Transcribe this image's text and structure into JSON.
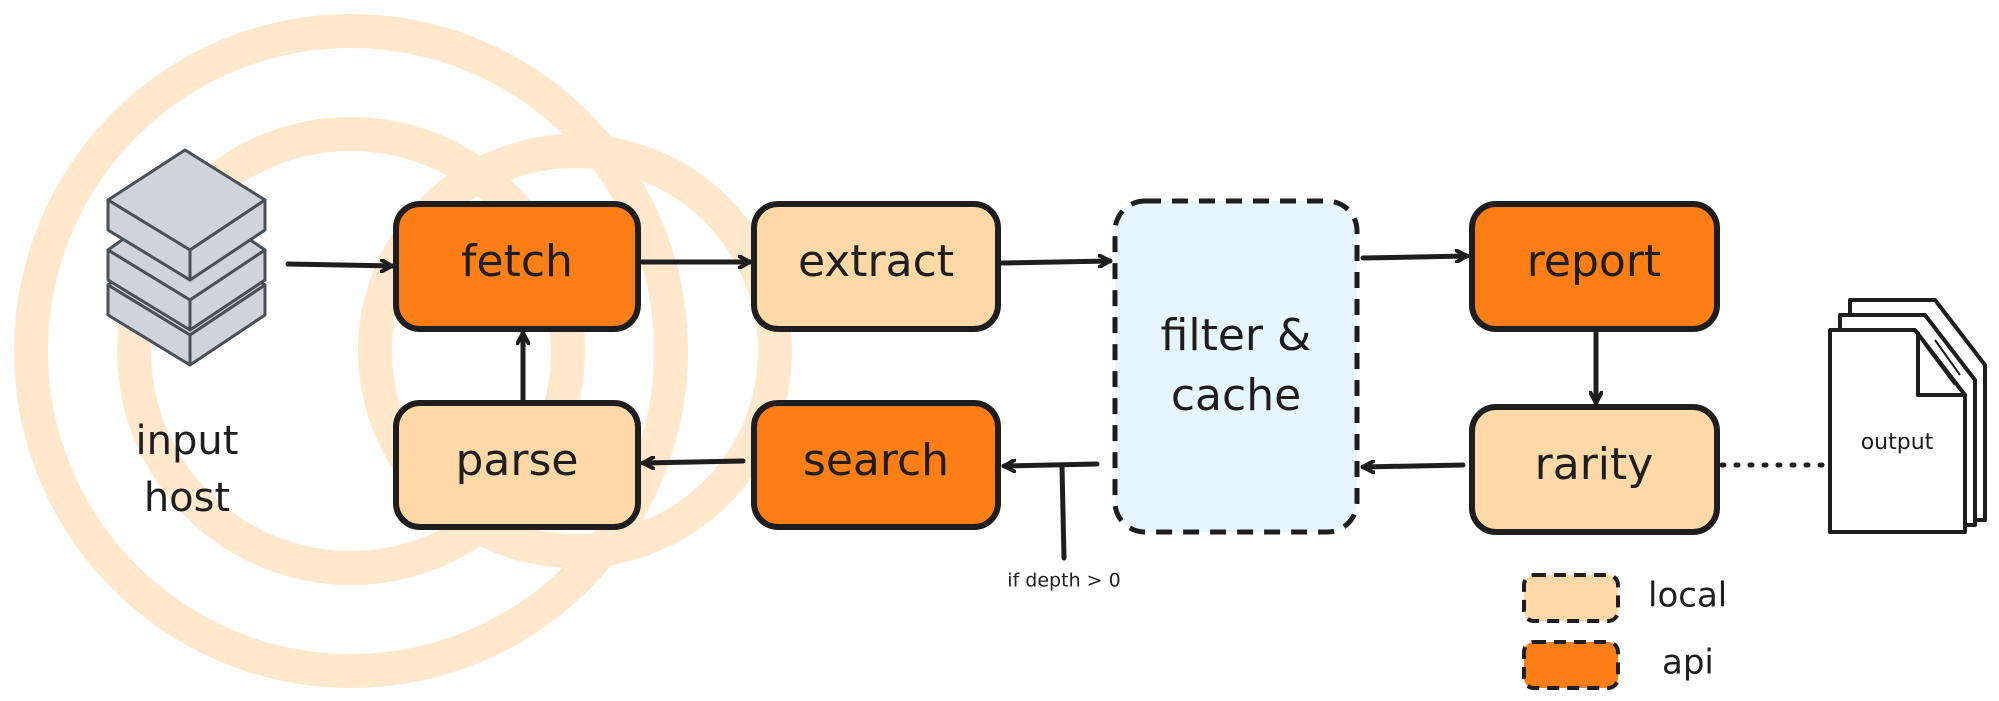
{
  "colors": {
    "api": "#fd7e14",
    "local": "#ffd8a8",
    "cache": "#e7f5ff",
    "ring": "#ffe8cc",
    "stroke": "#1e1e1e"
  },
  "input": {
    "label_line1": "input",
    "label_line2": "host",
    "icon": "server-stack-icon"
  },
  "nodes": {
    "fetch": "fetch",
    "extract": "extract",
    "parse": "parse",
    "search": "search",
    "filter_line1": "filter &",
    "filter_line2": "cache",
    "report": "report",
    "rarity": "rarity"
  },
  "edge_labels": {
    "depth": "if depth > 0"
  },
  "output": {
    "label": "output",
    "icon": "document-stack-icon"
  },
  "legend": {
    "local": "local",
    "api": "api"
  }
}
